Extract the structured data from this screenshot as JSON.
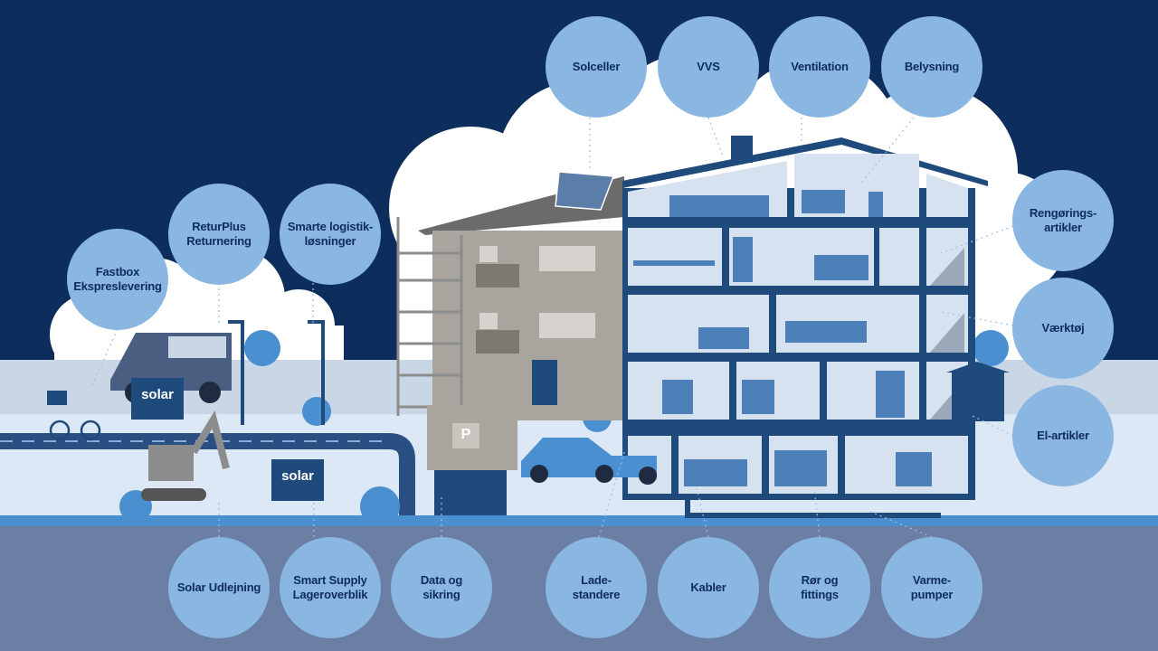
{
  "bubbles_top": [
    "Solceller",
    "VVS",
    "Ventilation",
    "Belysning"
  ],
  "bubbles_left": [
    "Fastbox\nEkspreslevering",
    "ReturPlus\nReturnering",
    "Smarte logistik-\nløsninger"
  ],
  "bubbles_right": [
    "Rengørings-\nartikler",
    "Værktøj",
    "El-artikler"
  ],
  "bubbles_bottom": [
    "Solar Udlejning",
    "Smart Supply\nLageroverblik",
    "Data og\nsikring",
    "Lade-\nstandere",
    "Kabler",
    "Rør og\nfittings",
    "Varme-\npumper"
  ],
  "labels": {
    "container_brand": "solar",
    "parking": "P"
  },
  "colors": {
    "sky": "#0d2d5c",
    "cloud": "#ffffff",
    "bubble": "#8ab6e2",
    "bubble_text": "#0f2d5a",
    "ground": "#6a7fa3",
    "road": "#2a4f82",
    "house": "#1f4a7c"
  }
}
